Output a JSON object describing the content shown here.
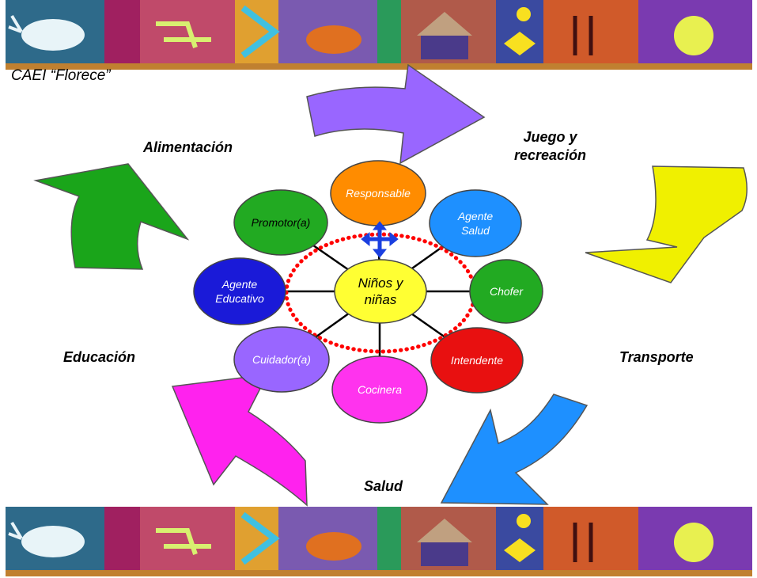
{
  "title": "CAEI “Florece”",
  "center": {
    "label": "Niños y\nniñas",
    "color": "#ffff33"
  },
  "roles": [
    {
      "id": "responsable",
      "label": "Responsable",
      "color": "#ff8c00",
      "text_color": "#ffffff"
    },
    {
      "id": "agente-salud",
      "label": "Agente\nSalud",
      "color": "#1e90ff",
      "text_color": "#ffffff"
    },
    {
      "id": "chofer",
      "label": "Chofer",
      "color": "#22aa22",
      "text_color": "#ffffff"
    },
    {
      "id": "intendente",
      "label": "Intendente",
      "color": "#e81010",
      "text_color": "#ffffff"
    },
    {
      "id": "cocinera",
      "label": "Cocinera",
      "color": "#ff33ee",
      "text_color": "#ffffff"
    },
    {
      "id": "cuidador",
      "label": "Cuidador(a)",
      "color": "#9966ff",
      "text_color": "#ffffff"
    },
    {
      "id": "agente-educativo",
      "label": "Agente\nEducativo",
      "color": "#1a1ad8",
      "text_color": "#ffffff"
    },
    {
      "id": "promotor",
      "label": "Promotor(a)",
      "color": "#22aa22",
      "text_color": "#000000"
    }
  ],
  "areas": {
    "alimentacion": "Alimentación",
    "juego": "Juego y\nrecreación",
    "transporte": "Transporte",
    "salud": "Salud",
    "educacion": "Educación"
  },
  "arrow_colors": {
    "alimentacion": "#1aa51a",
    "juego": "#9966ff",
    "transporte": "#f0f000",
    "salud": "#1e90ff",
    "educacion": "#ff22ee"
  },
  "dotted_ring_color": "#ff0000",
  "cross_arrow_color": "#1a3fe0"
}
